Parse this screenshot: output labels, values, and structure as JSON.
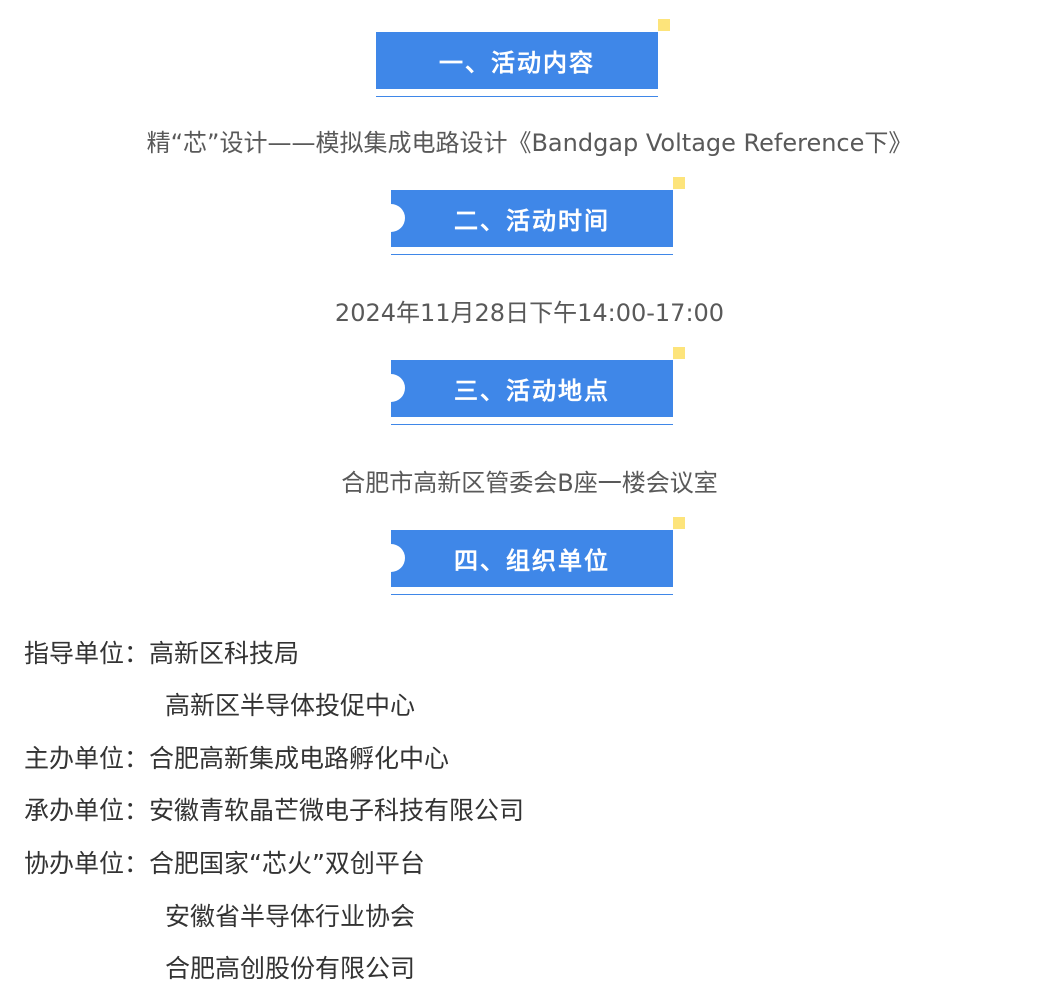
{
  "sections": [
    {
      "title": "一、活动内容",
      "content": "精“芯”设计——模拟集成电路设计《Bandgap Voltage Reference下》"
    },
    {
      "title": "二、活动时间",
      "content": "2024年11月28日下午14:00-17:00"
    },
    {
      "title": "三、活动地点",
      "content": "合肥市高新区管委会B座一楼会议室"
    },
    {
      "title": "四、组织单位"
    }
  ],
  "organizers": {
    "guide_label": "指导单位：",
    "guide_1": "高新区科技局",
    "guide_2": "高新区半导体投促中心",
    "host_label": "主办单位：",
    "host_1": "合肥高新集成电路孵化中心",
    "undertake_label": "承办单位：",
    "undertake_1": "安徽青软晶芒微电子科技有限公司",
    "co_label": "协办单位：",
    "co_1": "合肥国家“芯火”双创平台",
    "co_2": "安徽省半导体行业协会",
    "co_3": "合肥高创股份有限公司"
  },
  "colors": {
    "accent": "#3f87e8",
    "corner": "#fde47b",
    "text": "#595959"
  }
}
